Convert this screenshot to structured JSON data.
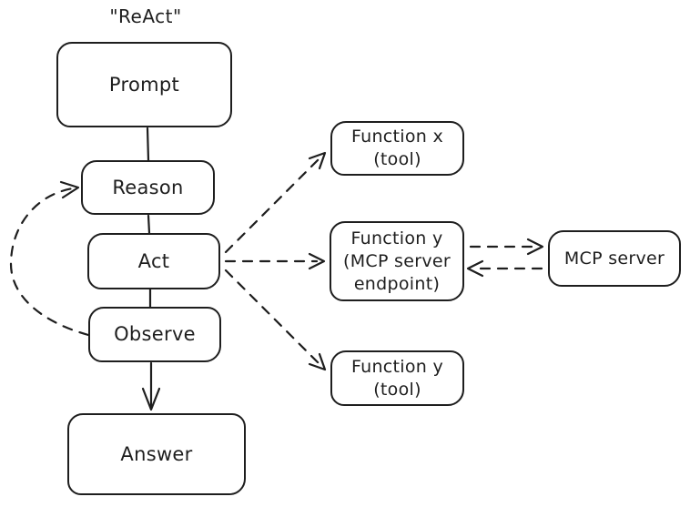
{
  "title": "\"ReAct\"",
  "nodes": {
    "prompt": {
      "label": "Prompt"
    },
    "reason": {
      "label": "Reason"
    },
    "act": {
      "label": "Act"
    },
    "observe": {
      "label": "Observe"
    },
    "answer": {
      "label": "Answer"
    },
    "function_x": {
      "lines": [
        "Function x",
        "(tool)"
      ]
    },
    "function_y_mcp": {
      "lines": [
        "Function y",
        "(MCP server",
        "endpoint)"
      ]
    },
    "mcp_server": {
      "label": "MCP server"
    },
    "function_y_tool": {
      "lines": [
        "Function y",
        "(tool)"
      ]
    }
  },
  "edges": [
    {
      "from": "prompt",
      "to": "reason",
      "style": "solid",
      "arrowhead": false
    },
    {
      "from": "reason",
      "to": "act",
      "style": "solid",
      "arrowhead": false
    },
    {
      "from": "act",
      "to": "observe",
      "style": "solid",
      "arrowhead": false
    },
    {
      "from": "observe",
      "to": "answer",
      "style": "solid",
      "arrowhead": true
    },
    {
      "from": "observe",
      "to": "reason",
      "style": "dashed",
      "arrowhead": true
    },
    {
      "from": "act",
      "to": "function_x",
      "style": "dashed",
      "arrowhead": true
    },
    {
      "from": "act",
      "to": "function_y_mcp",
      "style": "dashed",
      "arrowhead": true
    },
    {
      "from": "act",
      "to": "function_y_tool",
      "style": "dashed",
      "arrowhead": true
    },
    {
      "from": "function_y_mcp",
      "to": "mcp_server",
      "style": "dashed",
      "arrowhead": true
    },
    {
      "from": "mcp_server",
      "to": "function_y_mcp",
      "style": "dashed",
      "arrowhead": true
    }
  ],
  "colors": {
    "stroke": "#1e1e1e",
    "background": "#ffffff"
  }
}
